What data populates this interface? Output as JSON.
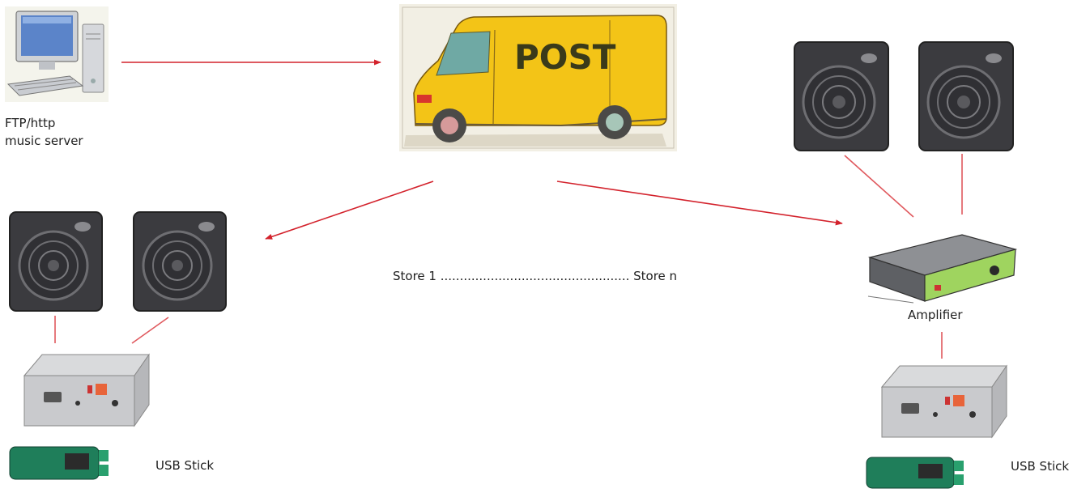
{
  "labels": {
    "server": "FTP/http\nmusic server",
    "store_range": "Store 1 ................................................. Store n",
    "amplifier": "Amplifier",
    "usb_left": "USB Stick",
    "usb_right": "USB Stick"
  },
  "van": {
    "text": "POST"
  },
  "colors": {
    "arrow": "#d3222c",
    "wire": "#e0595e",
    "van_body": "#f3c417",
    "speaker": "#3b3b3f"
  },
  "icons": [
    "computer-icon",
    "post-van-icon",
    "speaker-icon",
    "amplifier-icon",
    "player-box-icon",
    "usb-stick-icon"
  ]
}
